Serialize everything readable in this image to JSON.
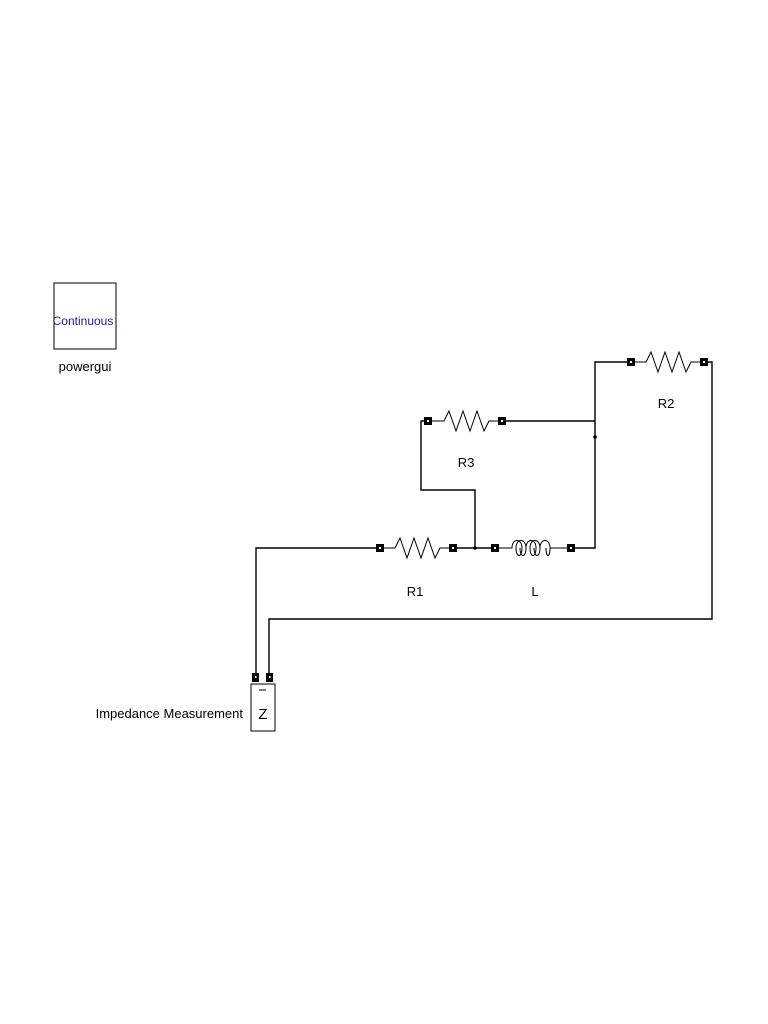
{
  "powergui": {
    "block_text": "Continuous",
    "name": "powergui"
  },
  "components": {
    "r1": {
      "name": "R1",
      "type": "resistor"
    },
    "r2": {
      "name": "R2",
      "type": "resistor"
    },
    "r3": {
      "name": "R3",
      "type": "resistor"
    },
    "l": {
      "name": "L",
      "type": "inductor"
    }
  },
  "impedance_measurement": {
    "name": "Impedance Measurement",
    "symbol": "Z"
  },
  "colors": {
    "powergui_text": "#1a1a9a",
    "wire": "#000000",
    "background": "#ffffff"
  },
  "icons": [
    "resistor-icon",
    "inductor-icon",
    "port-icon"
  ]
}
